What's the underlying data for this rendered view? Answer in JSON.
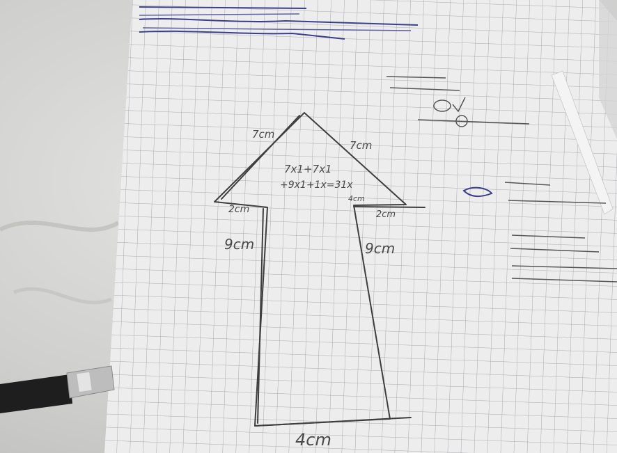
{
  "photo": {
    "subject": "hand-drawn arrow on grid paper",
    "arrow_labels": {
      "head_left_side": "7cm",
      "head_right_side": "7cm",
      "head_equation_1": "7x1+7x1",
      "head_equation_2": "+9x1+1x=31x",
      "left_ledge": "2cm",
      "right_ledge": "2cm",
      "right_ledge_tick": "4cm",
      "shaft_left": "9cm",
      "shaft_right": "9cm",
      "base": "4cm"
    },
    "colors": {
      "paper": "#eeeeee",
      "grid": "#a9a9b3",
      "pencil": "#3e3e3e",
      "ink": "#3b3f8a",
      "marble": "#d3d3d1"
    }
  }
}
